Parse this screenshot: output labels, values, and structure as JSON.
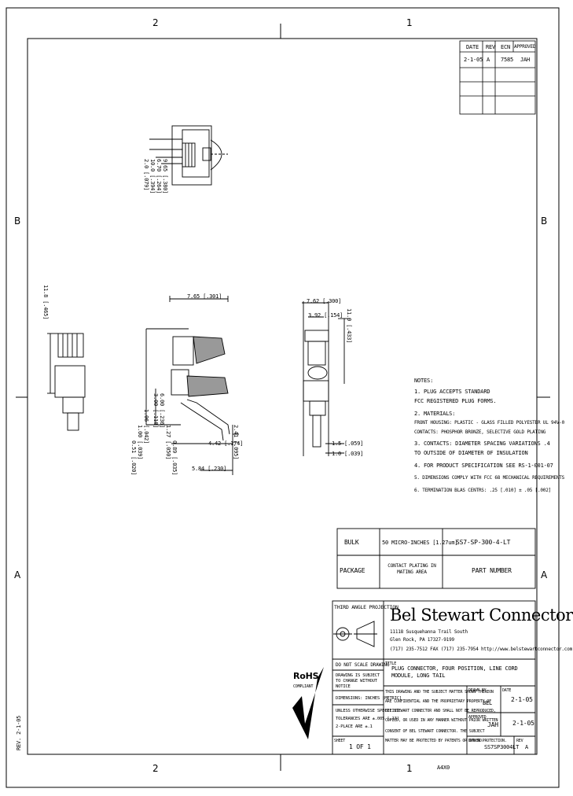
{
  "zones": {
    "top_left": "2",
    "top_right": "1",
    "bottom_left": "2",
    "bottom_right": "1",
    "side_b_left": "B",
    "side_b_right": "B",
    "side_a_left": "A",
    "side_a_right": "A"
  },
  "revision_table": {
    "headers": [
      "DATE",
      "REV",
      "ECN",
      "APPROVED"
    ],
    "row1": [
      "2-1-05",
      "A",
      "7585",
      "JAH"
    ]
  },
  "top_view_dims": [
    "10.0 [.394]",
    "2.0 [.079]",
    "6.70 [.264]",
    "9.65 [.380]"
  ],
  "side_view_dims": {
    "width": "7.65 [.301]",
    "left_height": "11.8 [.465]",
    "dim_a": "6.00 [.236]",
    "dim_b": "3.00 [.118]",
    "dim_c": "1.06 [.042]",
    "dim_d": "1.00 [.039]",
    "dim_e": "5.84 [.230]",
    "dim_f": "4.42 [.174]",
    "dim_g": "2.41 [.095]",
    "dim_h": "1.27 [.050]",
    "dim_i": "0.89 [.035]",
    "dim_j": "0.51 [.020]"
  },
  "front_view_dims": {
    "top_width": "7.62 [.300]",
    "inner_width": "3.92 [.154]",
    "height": "11.0 [.433]",
    "pin_a": "1.5 [.059]",
    "pin_b": "1.0 [.039]"
  },
  "notes": {
    "title": "NOTES:",
    "lines": [
      "1. PLUG ACCEPTS STANDARD",
      "   FCC REGISTERED PLUG FORMS.",
      "2. MATERIALS:",
      "   FRONT HOUSING: PLASTIC - GLASS FILLED POLYESTER UL 94V-0",
      "   CONTACTS: PHOSPHOR BRONZE, SELECTIVE GOLD PLATING",
      "3. CONTACTS: DIAMETER SPACING VARIATIONS .4",
      "   TO OUTSIDE OF DIAMETER OF INSULATION",
      "4. FOR PRODUCT SPECIFICATION SEE RS-1-001-07",
      "5. DIMENSIONS COMPLY WITH FCC 68 MECHANICAL REQUIREMENTS",
      "6. TERMINATION BLAS CENTRS: .25 [.010] ± .05 [.002]"
    ]
  },
  "part_table": {
    "row1": [
      "BULK",
      "50 MICRO-INCHES [1.27um]",
      "SS7-SP-300-4-LT"
    ],
    "row2": [
      "PACKAGE",
      "CONTACT PLATING IN MATING AREA",
      "PART NUMBER"
    ]
  },
  "title_block": {
    "projection": "THIRD ANGLE PROJECTION",
    "company": "Bel Stewart Connector",
    "address": [
      "11118 Susquehanna Trail South",
      "Glen Rock, PA 17327-9199",
      "(717) 235-7512  FAX (717) 235-7954    http://www.belstewartconnector.com"
    ],
    "do_not_scale": "DO NOT SCALE DRAWING",
    "subject_to_change": "DRAWING IS SUBJECT TO CHANGE WITHOUT NOTICE",
    "title_label": "TITLE",
    "title": "PLUG CONNECTOR, FOUR POSITION, LINE CORD MODULE, LONG TAIL",
    "dimensions": "DIMENSIONS: INCHES [METRIC]",
    "tolerances": [
      "UNLESS OTHERWISE SPECIFIED",
      "TOLERANCES ARE ±.005 [.13]",
      "2-PLACE ARE ±.1"
    ],
    "sheet_label": "SHEET",
    "sheet": "1 OF 1",
    "proprietary": [
      "THIS DRAWING AND THE SUBJECT MATTER SHOWN THEREON",
      "ARE CONFIDENTIAL AND THE PROPRIETARY PROPERTY OF",
      "BEL STEWART CONNECTOR AND SHALL NOT BE REPRODUCED,",
      "COPIED, OR USED IN ANY MANNER WITHOUT PRIOR WRITTEN",
      "CONSENT OF BEL STEWART CONNECTOR. THE SUBJECT",
      "MATTER MAY BE PROTECTED BY PATENTS OR OTHER PROTECTION."
    ],
    "drawn_label": "DRAWN BY",
    "drawn": "BEL",
    "date_label": "DATE",
    "date": "2-1-05",
    "approved_label": "APPROVED",
    "approved": "JAH",
    "approved_date": "2-1-05",
    "dwg_label": "DWG NO.",
    "dwg": "SS7SP3004LT",
    "rev_label": "REV",
    "rev": "A",
    "rohs": "RoHS",
    "rohs_sub": "COMPLIANT"
  },
  "bottom_stamp": "A4X0",
  "left_margin_text": "REV. 2-1-05"
}
